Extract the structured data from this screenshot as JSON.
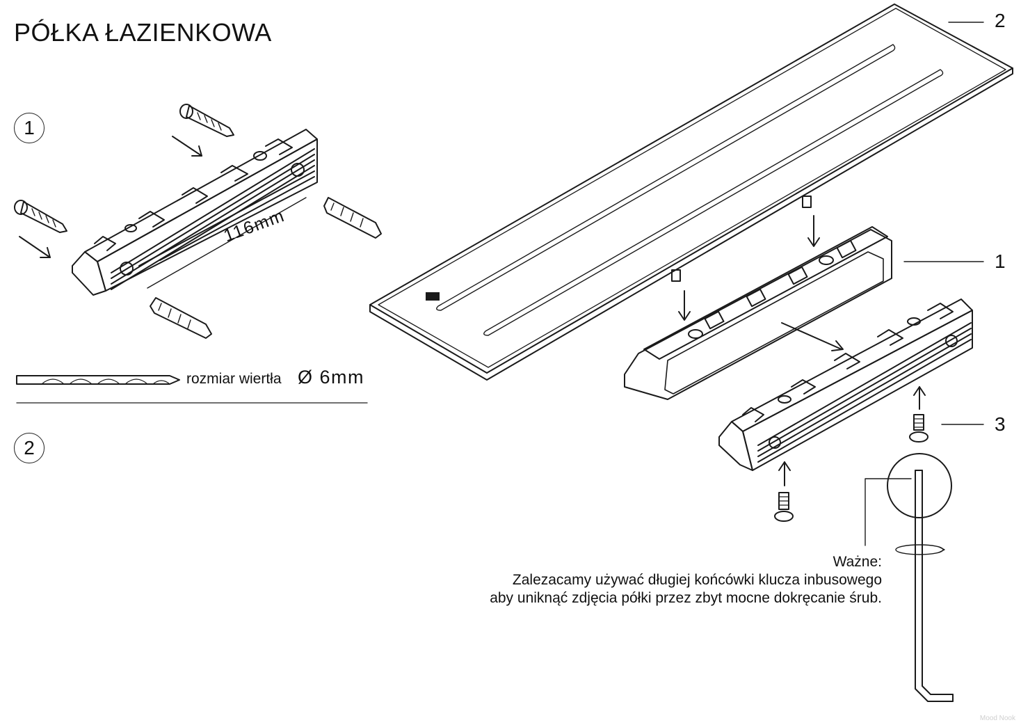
{
  "title": "PÓŁKA ŁAZIENKOWA",
  "steps": {
    "one": "1",
    "two": "2"
  },
  "dimension": "116mm",
  "drill": {
    "label": "rozmiar wiertła",
    "size": "Ø 6mm"
  },
  "callouts": {
    "shelf": "2",
    "bracket": "1",
    "screw": "3"
  },
  "note": {
    "heading": "Ważne:",
    "line1": "Zalezacamy używać długiej końcówki klucza inbusowego",
    "line2": "aby uniknąć zdjęcia półki przez zbyt mocne dokręcanie śrub."
  },
  "watermark": "Mood Nook"
}
